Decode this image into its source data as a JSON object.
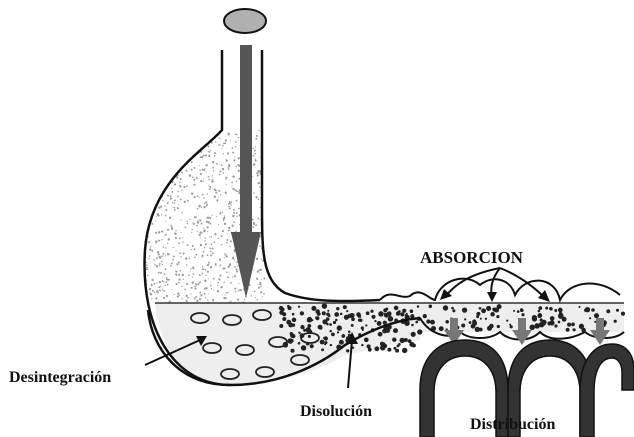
{
  "labels": {
    "absorption": "ABSORCION",
    "disintegration": "Desintegración",
    "dissolution": "Disolución",
    "distribution": "Distribución"
  },
  "colors": {
    "ink": "#111111",
    "pill": "#b0b0b0",
    "arrow": "#555555",
    "stipple": "#bdbdbd",
    "fluid": "#eeeeee",
    "vessel": "#333333",
    "down_arrow": "#777777"
  },
  "icons": {
    "pill": "oval-tablet",
    "drop_arrow": "down-arrow",
    "vessels": "capillary-loop"
  }
}
